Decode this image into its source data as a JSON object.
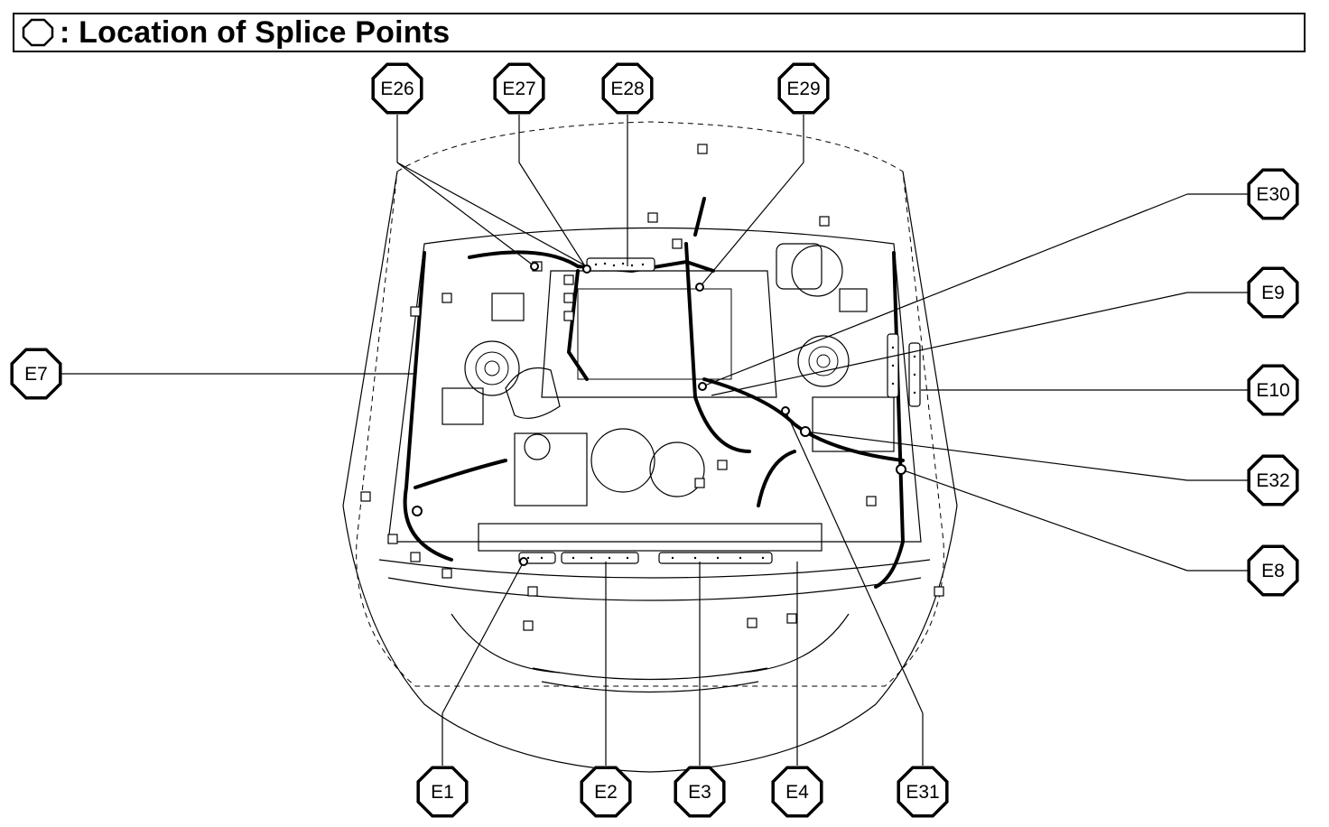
{
  "title": {
    "text": ": Location of Splice Points",
    "symbol_icon": "octagon-icon"
  },
  "diagram_icon": "engine-compartment-illustration",
  "callouts": [
    {
      "id": "E26",
      "shape": "octagon",
      "label": "E26"
    },
    {
      "id": "E27",
      "shape": "octagon",
      "label": "E27"
    },
    {
      "id": "E28",
      "shape": "octagon",
      "label": "E28"
    },
    {
      "id": "E29",
      "shape": "octagon",
      "label": "E29"
    },
    {
      "id": "E30",
      "shape": "octagon",
      "label": "E30"
    },
    {
      "id": "E9",
      "shape": "octagon",
      "label": "E9"
    },
    {
      "id": "E10",
      "shape": "octagon",
      "label": "E10"
    },
    {
      "id": "E32",
      "shape": "octagon",
      "label": "E32"
    },
    {
      "id": "E8",
      "shape": "octagon",
      "label": "E8"
    },
    {
      "id": "E7",
      "shape": "octagon",
      "label": "E7"
    },
    {
      "id": "E1",
      "shape": "octagon",
      "label": "E1"
    },
    {
      "id": "E2",
      "shape": "octagon",
      "label": "E2"
    },
    {
      "id": "E3",
      "shape": "octagon",
      "label": "E3"
    },
    {
      "id": "E4",
      "shape": "octagon",
      "label": "E4"
    },
    {
      "id": "E31",
      "shape": "octagon",
      "label": "E31"
    }
  ]
}
